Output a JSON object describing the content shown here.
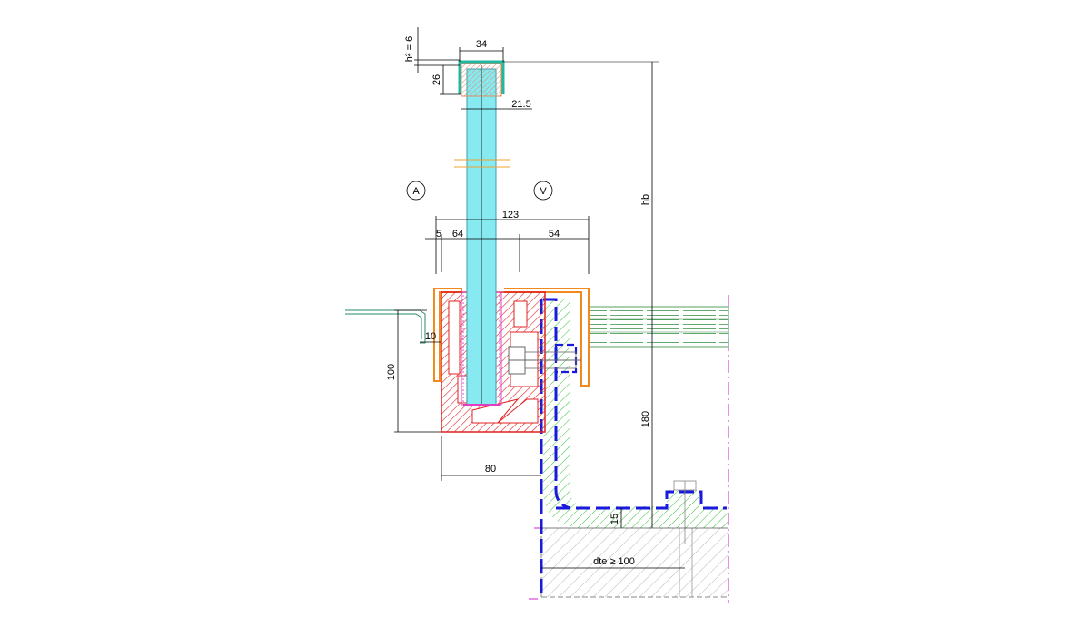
{
  "labels": {
    "h_rail": "h² = 6",
    "w_cap": "34",
    "cap_h": "26",
    "glass_w": "21.5",
    "zone_a": "A",
    "zone_v": "V",
    "total_w": "123",
    "d5": "5",
    "d64": "64",
    "d54": "54",
    "hb": "hb",
    "d10": "10",
    "d100": "100",
    "d180": "180",
    "d80": "80",
    "d15": "15",
    "dte": "dte ≥ 100"
  },
  "colors": {
    "glass": "#86eaf0",
    "profile": "#e02020",
    "cover": "#f08a1c",
    "bracket": "#1a1adc",
    "hatch_green": "#36c03a",
    "gasket": "#e040c0",
    "cap": "#20b8a0",
    "deck": "#2a8a3a",
    "axis": "#d020d0",
    "concrete": "#888888"
  }
}
